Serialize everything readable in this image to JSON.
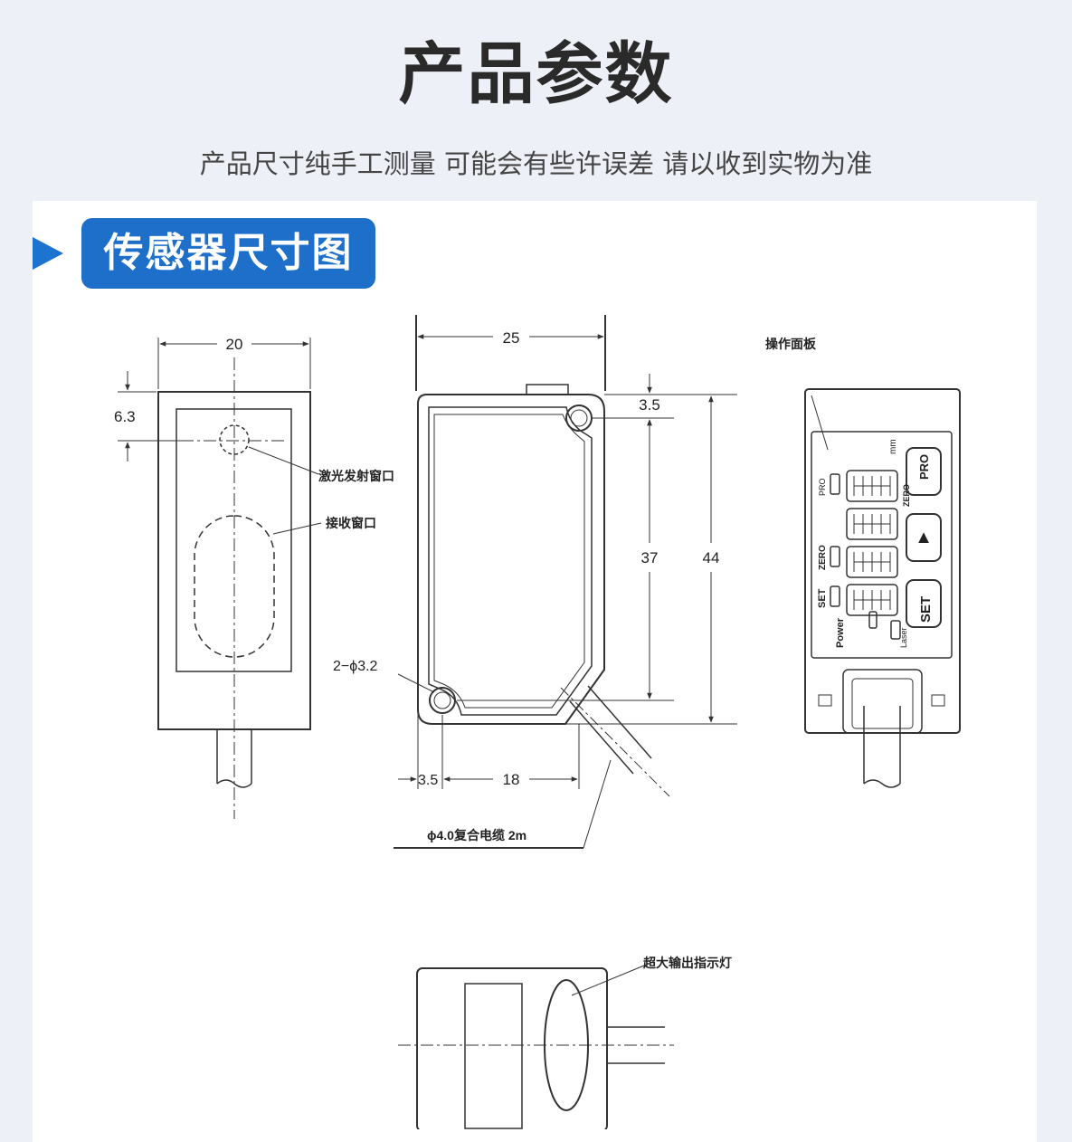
{
  "header": {
    "title": "产品参数",
    "subtitle": "产品尺寸纯手工测量 可能会有些许误差 请以收到实物为准"
  },
  "section": {
    "label": "传感器尺寸图"
  },
  "front_view": {
    "width_dim": "20",
    "offset_dim": "6.3",
    "laser_window_label": "激光发射窗口",
    "receive_window_label": "接收窗口"
  },
  "side_view": {
    "width_dim": "25",
    "top_hole_dim": "3.5",
    "inner_height_dim": "37",
    "total_height_dim": "44",
    "hole_label": "2−ϕ3.2",
    "bottom_left_dim": "3.5",
    "bottom_span_dim": "18",
    "cable_label": "ϕ4.0复合电缆 2m"
  },
  "panel_view": {
    "panel_label": "操作面板",
    "unit_mm": "mm",
    "button_pro": "PRO",
    "button_up": "▲",
    "button_set": "SET",
    "led_pro": "PRO",
    "led_zero": "ZERO",
    "led_set": "SET",
    "led_power": "Power",
    "led_laser": "Laser",
    "digit_zero": "ZERO"
  },
  "top_view": {
    "indicator_label": "超大输出指示灯"
  },
  "colors": {
    "accent": "#1e6fca",
    "line": "#333333"
  }
}
